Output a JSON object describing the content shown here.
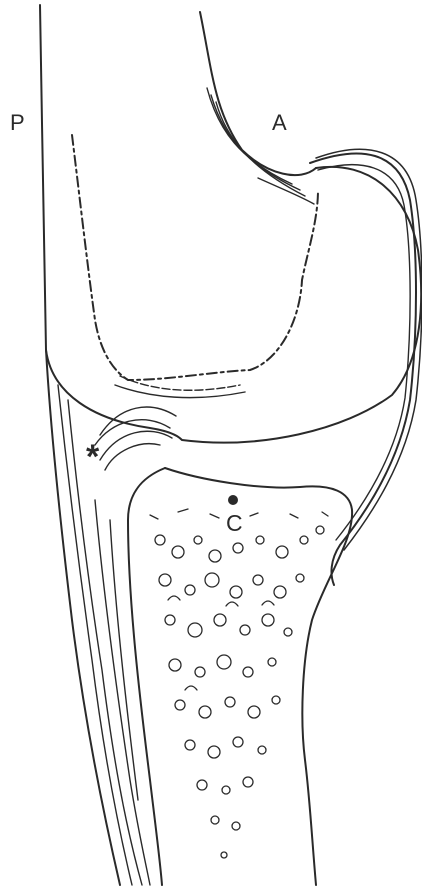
{
  "labels": {
    "posterior": "P",
    "anterior": "A",
    "asterisk": "*",
    "center": "C"
  },
  "colors": {
    "line": "#2a2a2a",
    "background": "#ffffff"
  }
}
